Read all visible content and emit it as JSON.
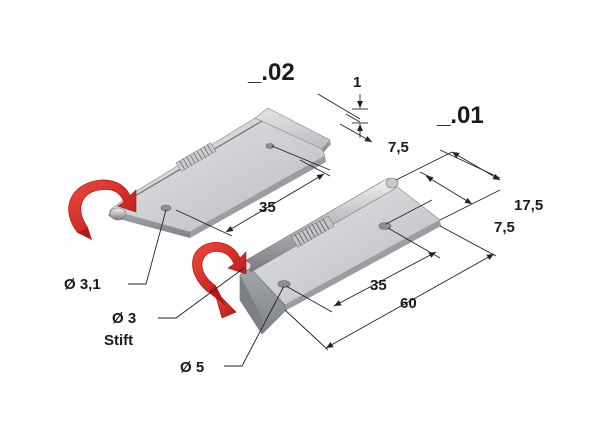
{
  "codes": {
    "variant_02": "_.02",
    "variant_01": "_.01"
  },
  "dimensions": {
    "thickness": "1",
    "hole_offset_02": "7,5",
    "length_02": "35",
    "width_01": "17,5",
    "hole_offset_01": "7,5",
    "hole_span_01": "35",
    "length_01": "60"
  },
  "callouts": {
    "hole_dia_02": "Ø 3,1",
    "pin_dia": "Ø 3",
    "pin_word": "Stift",
    "hole_dia_01": "Ø 5"
  },
  "colors": {
    "arrow": "#d42020",
    "metal_light": "#d9dadc",
    "metal_mid": "#b7b9bc",
    "metal_dark": "#8e9195"
  },
  "icons": [
    "rotation-arrow-icon",
    "rotation-arrow-icon"
  ]
}
